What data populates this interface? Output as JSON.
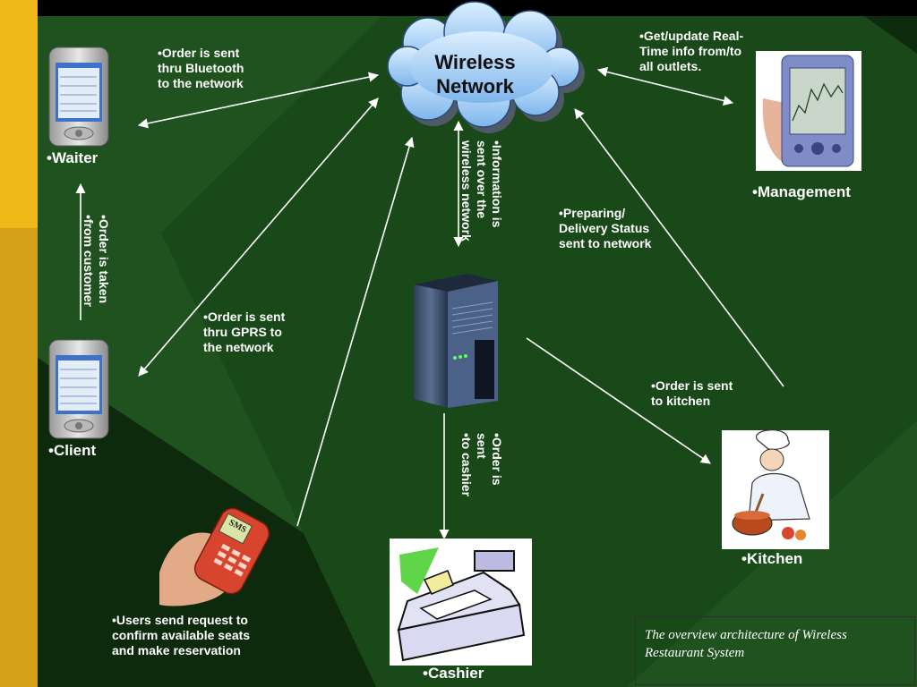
{
  "colors": {
    "background": "#0d2a0d",
    "band_dark": "#1f521f",
    "band_mid": "#194819",
    "left_bar": "#d4a017",
    "left_bar_top": "#f0b818",
    "cloud_fill": "#aed3f5",
    "text": "#ffffff"
  },
  "cloud": {
    "lines": [
      "Wireless",
      "Network"
    ]
  },
  "nodes": {
    "waiter": "•Waiter",
    "client": "•Client",
    "management": "•Management",
    "kitchen": "•Kitchen",
    "cashier": "•Cashier"
  },
  "edge_labels": {
    "bluetooth": [
      "•Order is sent",
      "thru Bluetooth",
      "to the network"
    ],
    "realtime": [
      "•Get/update Real-",
      "Time info from/to",
      "all outlets."
    ],
    "gprs": [
      "•Order is sent",
      "thru GPRS to",
      "the network"
    ],
    "preparing": [
      "•Preparing/",
      "Delivery Status",
      "sent to network"
    ],
    "to_kitchen": [
      "•Order is sent",
      "to kitchen"
    ],
    "users_request": [
      "•Users send request to",
      "confirm available seats",
      "and make reservation"
    ],
    "taken": [
      "•Order is taken",
      "•from customer"
    ],
    "info_sent": [
      "•Information is",
      "sent over the",
      "wireless network"
    ],
    "to_cashier": [
      "•Order is",
      "sent",
      "•to cashier"
    ]
  },
  "phone_screen_text": "SMS",
  "caption": [
    "The overview architecture of Wireless",
    "Restaurant System"
  ],
  "icons": [
    "pda-waiter-icon",
    "pda-client-icon",
    "management-pda-icon",
    "server-icon",
    "cash-register-icon",
    "chef-icon",
    "mobile-phone-icon"
  ]
}
